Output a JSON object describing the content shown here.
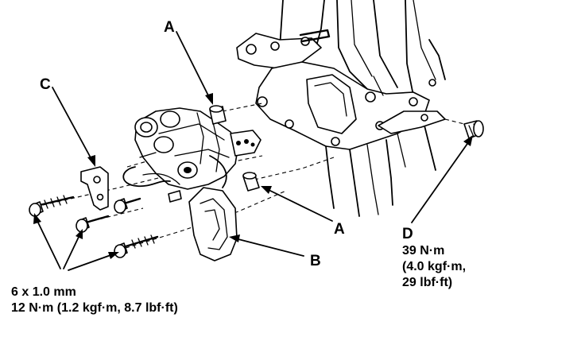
{
  "callouts": {
    "a_top": "A",
    "a_bottom": "A",
    "b": "B",
    "c": "C",
    "d": "D"
  },
  "spec_d": {
    "line1": "39 N·m",
    "line2": "(4.0 kgf·m,",
    "line3": "29 lbf·ft)"
  },
  "spec_bolts": {
    "line1": "6 x 1.0 mm",
    "line2": "12 N·m (1.2 kgf·m, 8.7 lbf·ft)"
  }
}
